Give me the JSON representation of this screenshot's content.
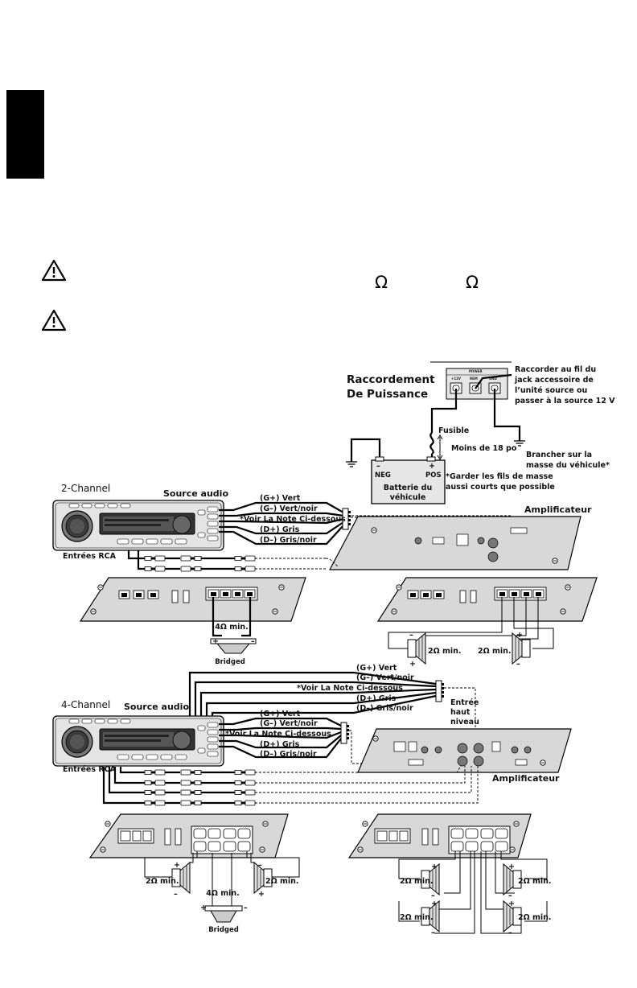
{
  "omega": "Ω",
  "power": {
    "title_line1": "Raccordement",
    "title_line2": "De Puissance",
    "remote_note": [
      "Raccorder au fil du",
      "jack accessoire de",
      "l’unité source ou",
      "passer à la source 12 V"
    ],
    "fuse": "Fusible",
    "fuse_distance": "Moins de 18 po",
    "ground_note": [
      "Brancher sur la",
      "masse du véhicule*"
    ],
    "battery_neg": "NEG",
    "battery_pos": "POS",
    "battery_minus": "–",
    "battery_plus": "+",
    "battery": [
      "Batterie du",
      "véhicule"
    ],
    "keep_short": [
      "*Garder les fils de masse",
      "aussi courts que possible"
    ]
  },
  "two_channel": {
    "title": "2-Channel",
    "source": "Source audio",
    "rca": "Entrées RCA",
    "wires": [
      "(G+) Vert",
      "(G–) Vert/noir",
      "*Voir La Note Ci-dessous",
      "(D+) Gris",
      "(D–) Gris/noir"
    ],
    "amplifier": "Amplificateur",
    "bridged_min": "4Ω min.",
    "bridged": "Bridged",
    "stereo_min": "2Ω min."
  },
  "four_channel": {
    "title": "4-Channel",
    "source": "Source audio",
    "rca": "Entrées RCA",
    "front_wires": [
      "(G+) Vert",
      "(G–) Vert/noir",
      "*Voir La Note Ci-dessous",
      "(D+) Gris",
      "(D–) Gris/noir"
    ],
    "rear_wires": [
      "(G+) Vert",
      "(G–) Vert/noir",
      "*Voir La Note Ci-dessous",
      "(D+) Gris",
      "(D–) Gris/noir"
    ],
    "high_level": [
      "Entrée",
      "haut",
      "niveau"
    ],
    "amplifier": "Amplificateur",
    "min_2": "2Ω min.",
    "min_4": "4Ω min.",
    "bridged": "Bridged"
  }
}
